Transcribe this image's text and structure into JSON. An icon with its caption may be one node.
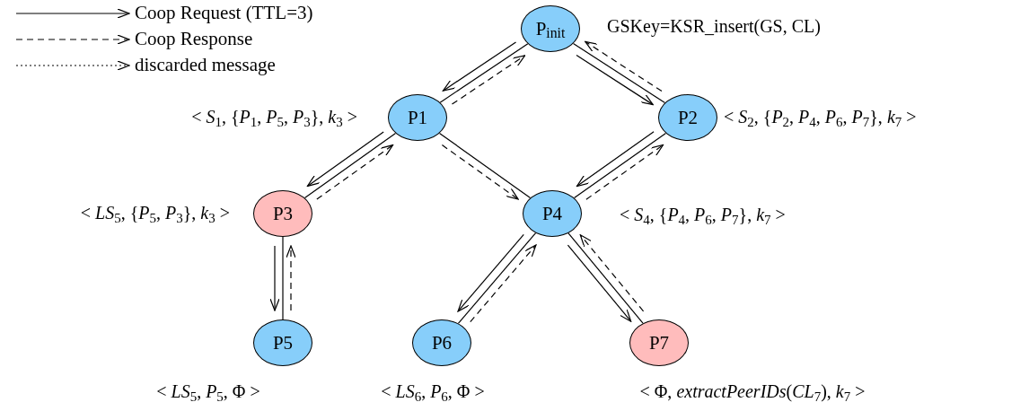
{
  "diagram": {
    "nodes": [
      {
        "text": [
          "P$_{init}$"
        ],
        "beside": [
          "GSKey=KSR_insert(GS, CL)"
        ]
      },
      {
        "text": [
          "P1"
        ],
        "beside": [
          "< *S*$_{1}$, {*P*$_{1}$, *P*$_{5}$, *P*$_{3}$}, *k*$_{3}$ >"
        ]
      },
      {
        "text": [
          "P2"
        ],
        "beside": [
          "< *S*$_{2}$, {*P*$_{2}$, *P*$_{4}$, *P*$_{6}$, *P*$_{7}$}, *k*$_{7}$ >"
        ]
      },
      {
        "text": [
          "P3"
        ],
        "beside": [
          "< *LS*$_{5}$, {*P*$_{5}$, *P*$_{3}$}, *k*$_{3}$ >"
        ]
      },
      {
        "text": [
          "P4"
        ],
        "beside": [
          "< *S*$_{4}$, {*P*$_{4}$, *P*$_{6}$, *P*$_{7}$}, *k*$_{7}$ >"
        ]
      },
      {
        "text": [
          "P5"
        ],
        "beside": [
          "< *LS*$_{5}$, *P*$_{5}$, Φ >"
        ]
      },
      {
        "text": [
          "P6"
        ],
        "beside": [
          "< *LS*$_{6}$, *P*$_{6}$, Φ >"
        ]
      },
      {
        "text": [
          "P7"
        ],
        "beside": [
          "< Φ, *extractPeerIDs*(*CL*$_{7}$), *k*$_{7}$ >"
        ]
      }
    ],
    "edges": [
      {
        "from": 0,
        "to": 1,
        "arrow": "none"
      },
      {
        "from": 0,
        "to": 1,
        "arrow": "to"
      },
      {
        "from": 1,
        "to": 0,
        "arrow": "to",
        "style": "dashed"
      },
      {
        "from": 0,
        "to": 2,
        "arrow": "none"
      },
      {
        "from": 0,
        "to": 2,
        "arrow": "to"
      },
      {
        "from": 2,
        "to": 0,
        "arrow": "to",
        "style": "dashed"
      },
      {
        "from": 1,
        "to": 3,
        "arrow": "none"
      },
      {
        "from": 1,
        "to": 3,
        "arrow": "to"
      },
      {
        "from": 3,
        "to": 1,
        "arrow": "to",
        "style": "dashed"
      },
      {
        "from": 1,
        "to": 4,
        "arrow": "none"
      },
      {
        "from": 1,
        "to": 4,
        "arrow": "to",
        "style": "dashed"
      },
      {
        "from": 2,
        "to": 4,
        "arrow": "none"
      },
      {
        "from": 2,
        "to": 4,
        "arrow": "to"
      },
      {
        "from": 4,
        "to": 2,
        "arrow": "to",
        "style": "dashed"
      },
      {
        "from": 3,
        "to": 5,
        "arrow": "none"
      },
      {
        "from": 3,
        "to": 5,
        "arrow": "to"
      },
      {
        "from": 5,
        "to": 3,
        "arrow": "to",
        "style": "dashed"
      },
      {
        "from": 4,
        "to": 6,
        "arrow": "none"
      },
      {
        "from": 4,
        "to": 6,
        "arrow": "to"
      },
      {
        "from": 6,
        "to": 4,
        "arrow": "to",
        "style": "dashed"
      },
      {
        "from": 4,
        "to": 7,
        "arrow": "none"
      },
      {
        "from": 4,
        "to": 7,
        "arrow": "to"
      },
      {
        "from": 7,
        "to": 4,
        "arrow": "to",
        "style": "dashed"
      }
    ],
    "legend": [
      {
        "text": "Coop Request (TTL=3)"
      },
      {
        "text": "Coop Response"
      },
      {
        "text": "discarded message"
      }
    ]
  }
}
